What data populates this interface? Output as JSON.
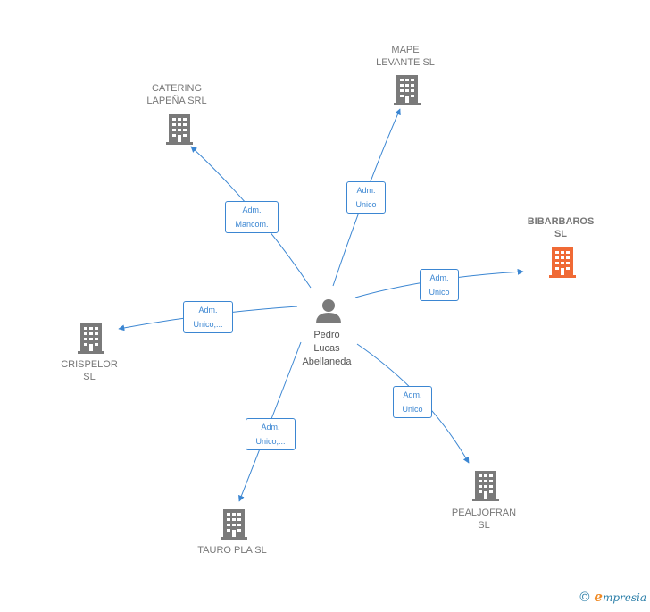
{
  "colors": {
    "edge": "#3b86d2",
    "building": "#7a7a7a",
    "building_highlight": "#f06a35",
    "person": "#7a7a7a"
  },
  "center": {
    "name": "Pedro\nLucas\nAbellaneda",
    "icon": "person-icon"
  },
  "companies": [
    {
      "id": "catering",
      "label": "CATERING\nLAPEÑA SRL",
      "icon": "building-icon",
      "highlight": false
    },
    {
      "id": "mape",
      "label": "MAPE\nLEVANTE  SL",
      "icon": "building-icon",
      "highlight": false
    },
    {
      "id": "bibarbaros",
      "label": "BIBARBAROS\nSL",
      "icon": "building-icon",
      "highlight": true
    },
    {
      "id": "crispelor",
      "label": "CRISPELOR\nSL",
      "icon": "building-icon",
      "highlight": false
    },
    {
      "id": "pealjofran",
      "label": "PEALJOFRAN\nSL",
      "icon": "building-icon",
      "highlight": false
    },
    {
      "id": "tauro",
      "label": "TAURO PLA  SL",
      "icon": "building-icon",
      "highlight": false
    }
  ],
  "relations": [
    {
      "to": "catering",
      "label": "Adm.\nMancom."
    },
    {
      "to": "mape",
      "label": "Adm.\nUnico"
    },
    {
      "to": "bibarbaros",
      "label": "Adm.\nUnico"
    },
    {
      "to": "crispelor",
      "label": "Adm.\nUnico,..."
    },
    {
      "to": "pealjofran",
      "label": "Adm.\nUnico"
    },
    {
      "to": "tauro",
      "label": "Adm.\nUnico,..."
    }
  ],
  "footer": {
    "copyright_symbol": "©",
    "brand_initial": "e",
    "brand_rest": "mpresia"
  }
}
